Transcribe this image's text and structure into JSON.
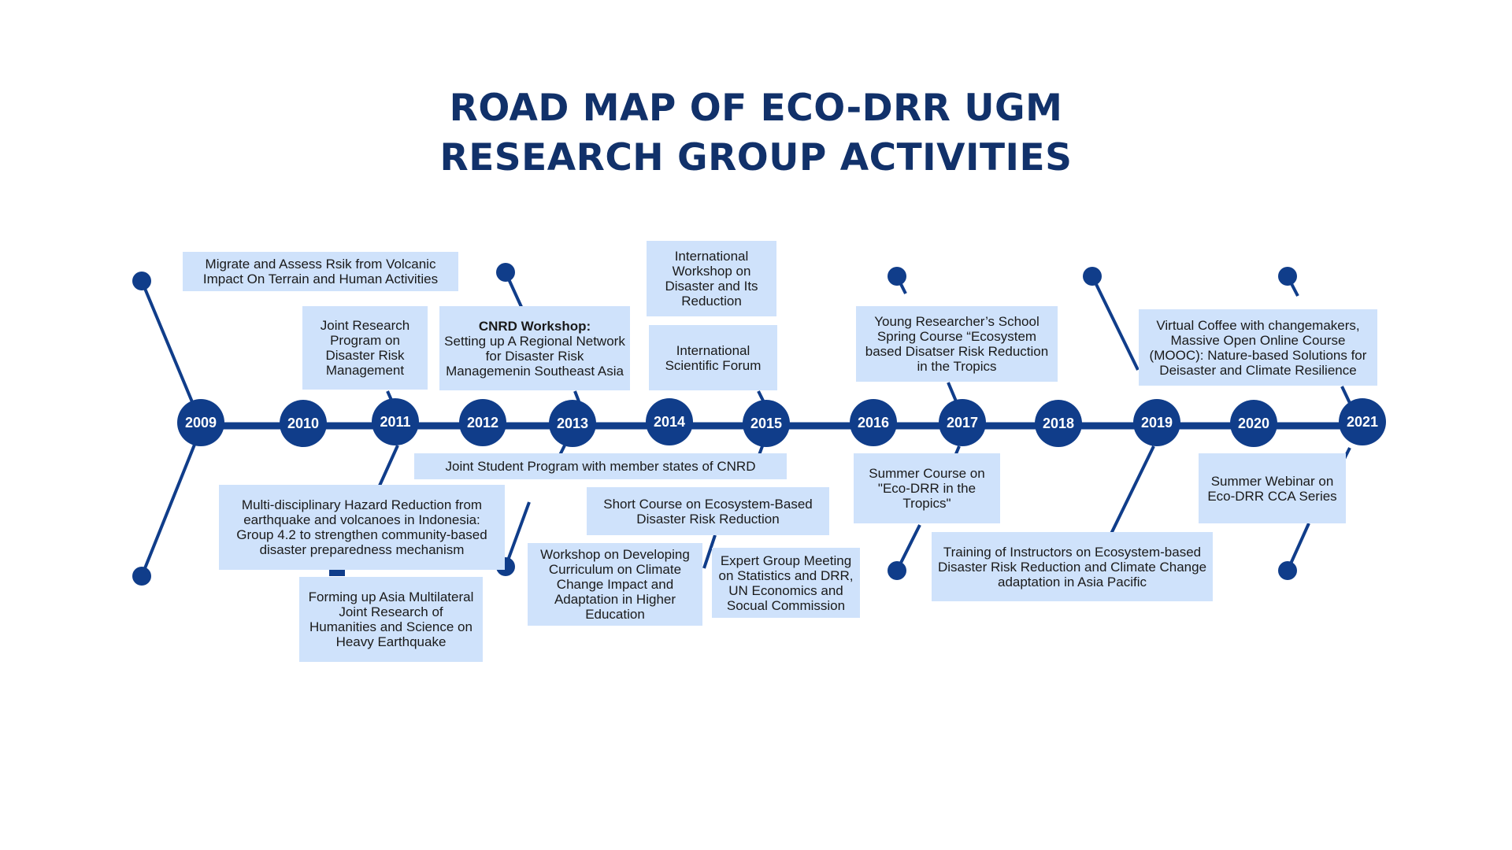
{
  "title": {
    "line1": "ROAD MAP OF ECO-DRR UGM",
    "line2": "RESEARCH GROUP ACTIVITIES"
  },
  "colors": {
    "navy": "#103d8a",
    "box_fill": "#cfe2fb",
    "title": "#11316a"
  },
  "years": [
    "2009",
    "2010",
    "2011",
    "2012",
    "2013",
    "2014",
    "2015",
    "2016",
    "2017",
    "2018",
    "2019",
    "2020",
    "2021"
  ],
  "activities": {
    "migrate": "Migrate and Assess Rsik from Volcanic Impact On Terrain and Human Activities",
    "joint_research": "Joint Research Program on Disaster Risk Management",
    "cnrd_heading": "CNRD Workshop:",
    "cnrd_body": "Setting up A Regional Network for Disaster Risk Managemenin Southeast Asia",
    "intl_workshop": "International Workshop on Disaster and Its Reduction",
    "intl_forum": "International Scientific Forum",
    "young_researcher": "Young Researcher’s School Spring Course “Ecosystem based Disatser Risk Reduction in the Tropics",
    "virtual_coffee": "Virtual Coffee with changemakers, Massive Open Online Course (MOOC): Nature-based Solutions for Deisaster and Climate Resilience",
    "joint_student": "Joint Student Program with member states of CNRD",
    "multi_disciplinary": "Multi-disciplinary Hazard Reduction from earthquake and volcanoes in Indonesia: Group 4.2 to strengthen community-based disaster preparedness mechanism",
    "forming_up": "Forming up Asia Multilateral Joint Research of Humanities and Science on Heavy Earthquake",
    "short_course": "Short Course on Ecosystem-Based Disaster Risk Reduction",
    "workshop_curriculum": "Workshop on Developing Curriculum on Climate Change Impact and Adaptation in Higher Education",
    "expert_group": "Expert Group Meeting on Statistics and DRR, UN Economics and Socual Commission",
    "summer_course": "Summer Course on \"Eco-DRR in the Tropics\"",
    "training": "Training of Instructors on Ecosystem-based Disaster Risk Reduction and Climate Change adaptation in Asia Pacific",
    "summer_webinar": "Summer Webinar on Eco-DRR CCA Series"
  }
}
